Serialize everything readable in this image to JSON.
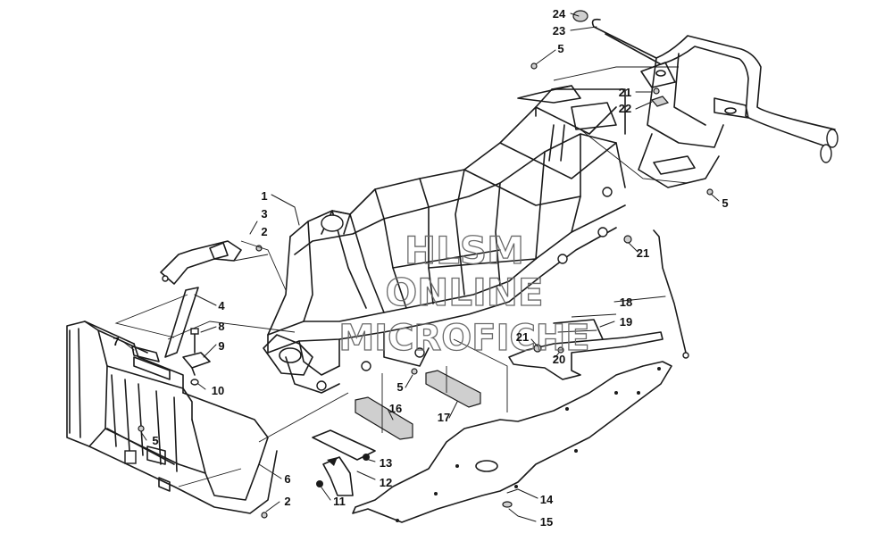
{
  "watermark": {
    "line1": "HLSM",
    "line2": "ONLINE",
    "line3": "MICROFICHE"
  },
  "part_labels": {
    "p1": "1",
    "p2": "2",
    "p3": "3",
    "p4": "4",
    "p5": "5",
    "p6": "6",
    "p7": "7",
    "p8": "8",
    "p9": "9",
    "p10": "10",
    "p11": "11",
    "p12": "12",
    "p13": "13",
    "p14": "14",
    "p15": "15",
    "p16": "16",
    "p17": "17",
    "p18": "18",
    "p19": "19",
    "p20": "20",
    "p21": "21",
    "p22": "22",
    "p23": "23",
    "p24": "24"
  },
  "colors": {
    "line": "#1a1a1a",
    "background": "#ffffff",
    "watermark": "#6a6a6a"
  }
}
